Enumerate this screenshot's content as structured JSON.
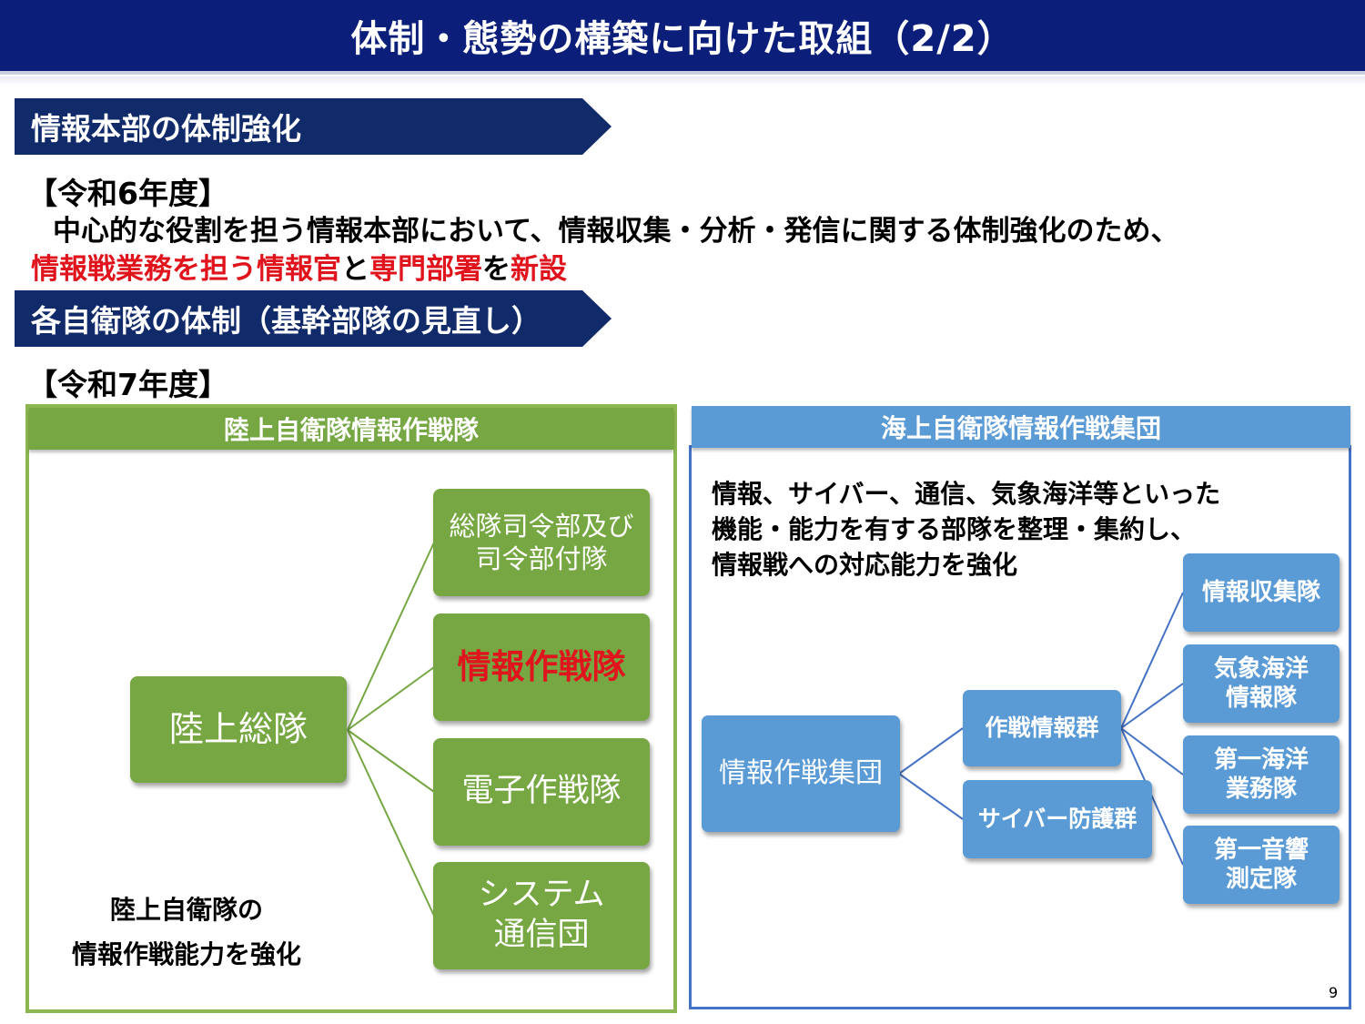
{
  "title": "体制・態勢の構築に向けた取組（2/2）",
  "section1": {
    "heading": "情報本部の体制強化",
    "fiscal_year": "【令和6年度】",
    "line1": "中心的な役割を担う情報本部において、情報収集・分析・発信に関する体制強化のため、",
    "line2_parts": [
      "情報戦業務を担う情報官",
      "と",
      "専門部署",
      "を",
      "新設"
    ]
  },
  "section2": {
    "heading": "各自衛隊の体制（基幹部隊の見直し）",
    "fiscal_year": "【令和7年度】"
  },
  "gsdf": {
    "panel_title": "陸上自衛隊情報作戦隊",
    "root": "陸上総隊",
    "children": [
      "総隊司令部及び\n司令部付隊",
      "情報作戦隊",
      "電子作戦隊",
      "システム\n通信団"
    ],
    "note": "陸上自衛隊の\n情報作戦能力を強化",
    "colors": {
      "border": "#8cb650",
      "box": "#76a743",
      "highlight": "#e0141c"
    }
  },
  "msdf": {
    "panel_title": "海上自衛隊情報作戦集団",
    "description": "情報、サイバー、通信、気象海洋等といった\n機能・能力を有する部隊を整理・集約し、\n情報戦への対応能力を強化",
    "root": "情報作戦集団",
    "groups": [
      "作戦情報群",
      "サイバー防護群"
    ],
    "units": [
      "情報収集隊",
      "気象海洋\n情報隊",
      "第一海洋\n業務隊",
      "第一音響\n測定隊"
    ],
    "colors": {
      "border": "#4472c4",
      "box": "#5b9bd5"
    }
  },
  "page_number": "9"
}
